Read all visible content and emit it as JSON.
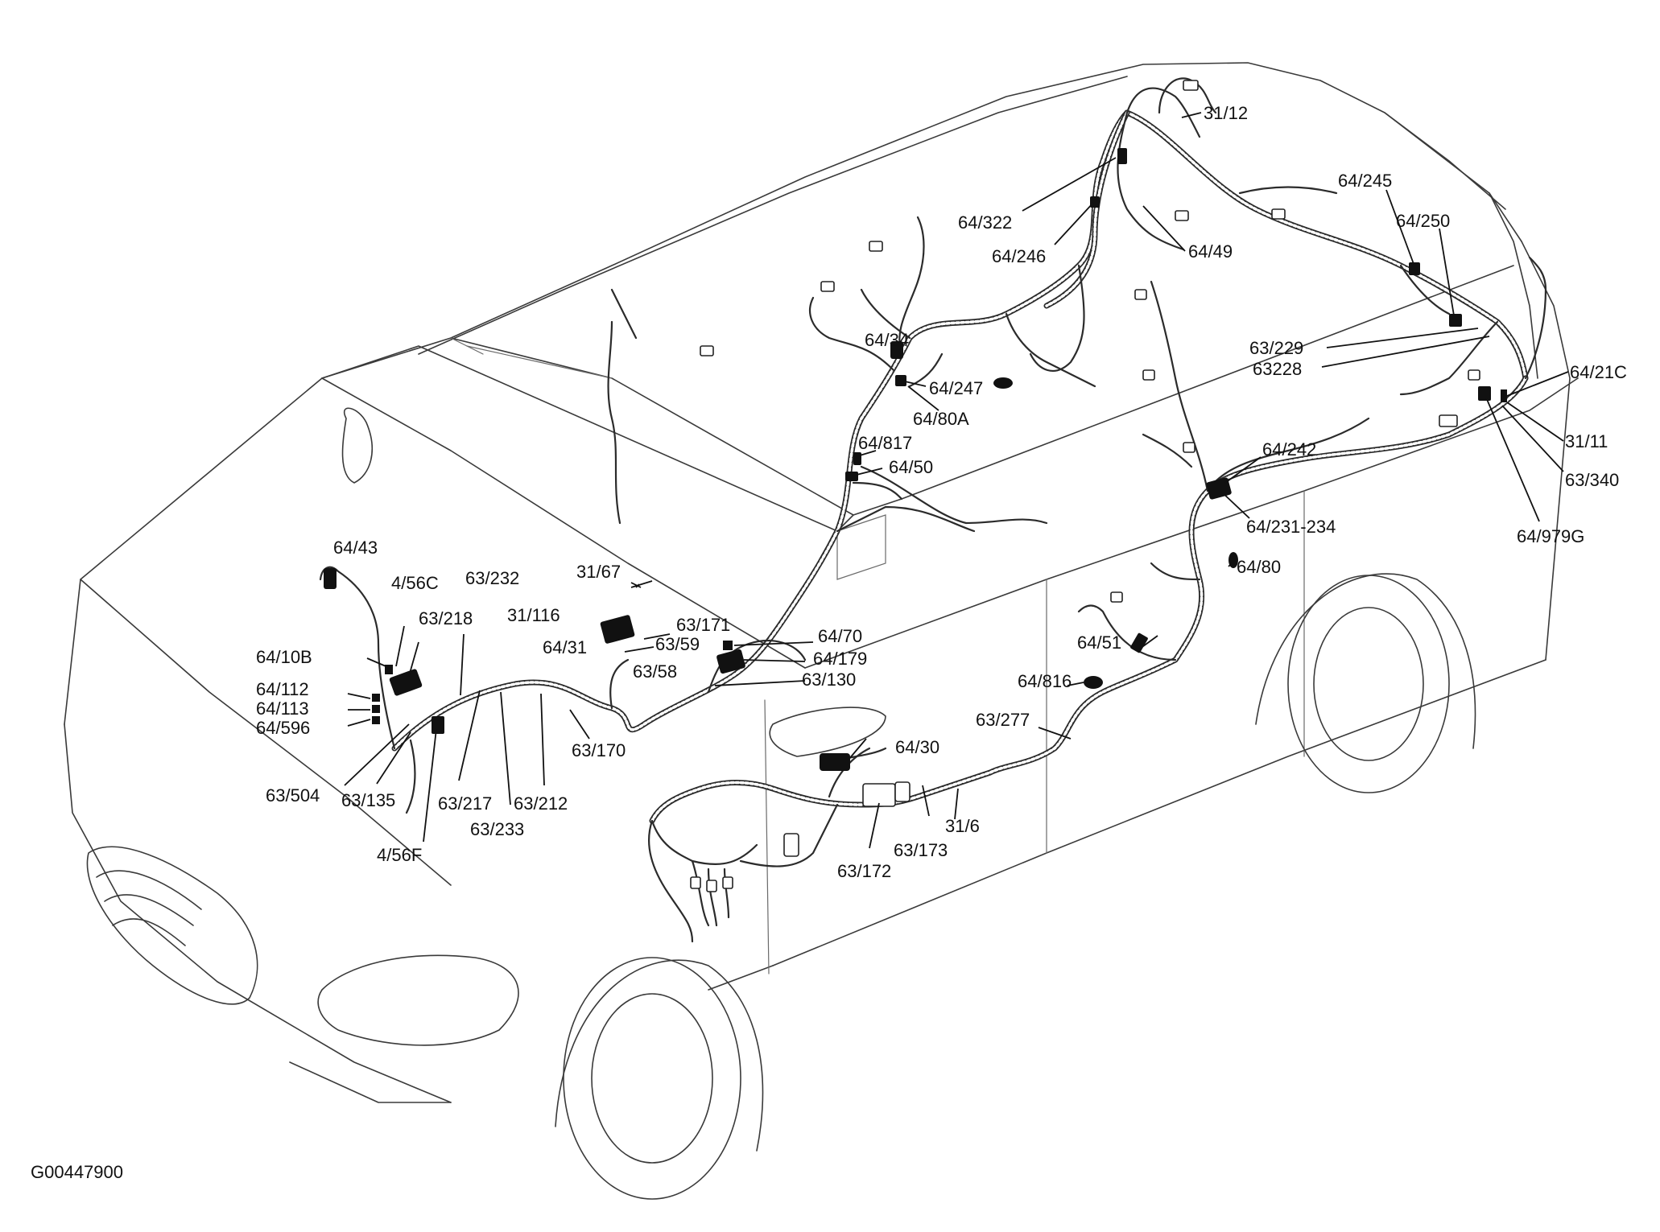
{
  "labels": {
    "l_31_12": "31/12",
    "l_64_322": "64/322",
    "l_64_246": "64/246",
    "l_64_49": "64/49",
    "l_64_245": "64/245",
    "l_64_250": "64/250",
    "l_63_229": "63/229",
    "l_63228": "63228",
    "l_64_21c": "64/21C",
    "l_31_11": "31/11",
    "l_63_340": "63/340",
    "l_64_979g": "64/979G",
    "l_64_34": "64/34",
    "l_64_247": "64/247",
    "l_64_80a": "64/80A",
    "l_64_817": "64/817",
    "l_64_50": "64/50",
    "l_64_242": "64/242",
    "l_64_231_234": "64/231-234",
    "l_64_80": "64/80",
    "l_64_43": "64/43",
    "l_4_56c": "4/56C",
    "l_63_232": "63/232",
    "l_31_67": "31/67",
    "l_63_218": "63/218",
    "l_31_116": "31/116",
    "l_64_31": "64/31",
    "l_63_171": "63/171",
    "l_63_59": "63/59",
    "l_64_70": "64/70",
    "l_64_179": "64/179",
    "l_63_58": "63/58",
    "l_63_130": "63/130",
    "l_64_51": "64/51",
    "l_64_10b": "64/10B",
    "l_64_112": "64/112",
    "l_64_113": "64/113",
    "l_64_596": "64/596",
    "l_64_816": "64/816",
    "l_63_277": "63/277",
    "l_63_170": "63/170",
    "l_64_30": "64/30",
    "l_63_504": "63/504",
    "l_63_135": "63/135",
    "l_63_217": "63/217",
    "l_63_212": "63/212",
    "l_63_233": "63/233",
    "l_4_56f": "4/56F",
    "l_31_6": "31/6",
    "l_63_173": "63/173",
    "l_63_172": "63/172"
  },
  "figure_code": "G00447900"
}
